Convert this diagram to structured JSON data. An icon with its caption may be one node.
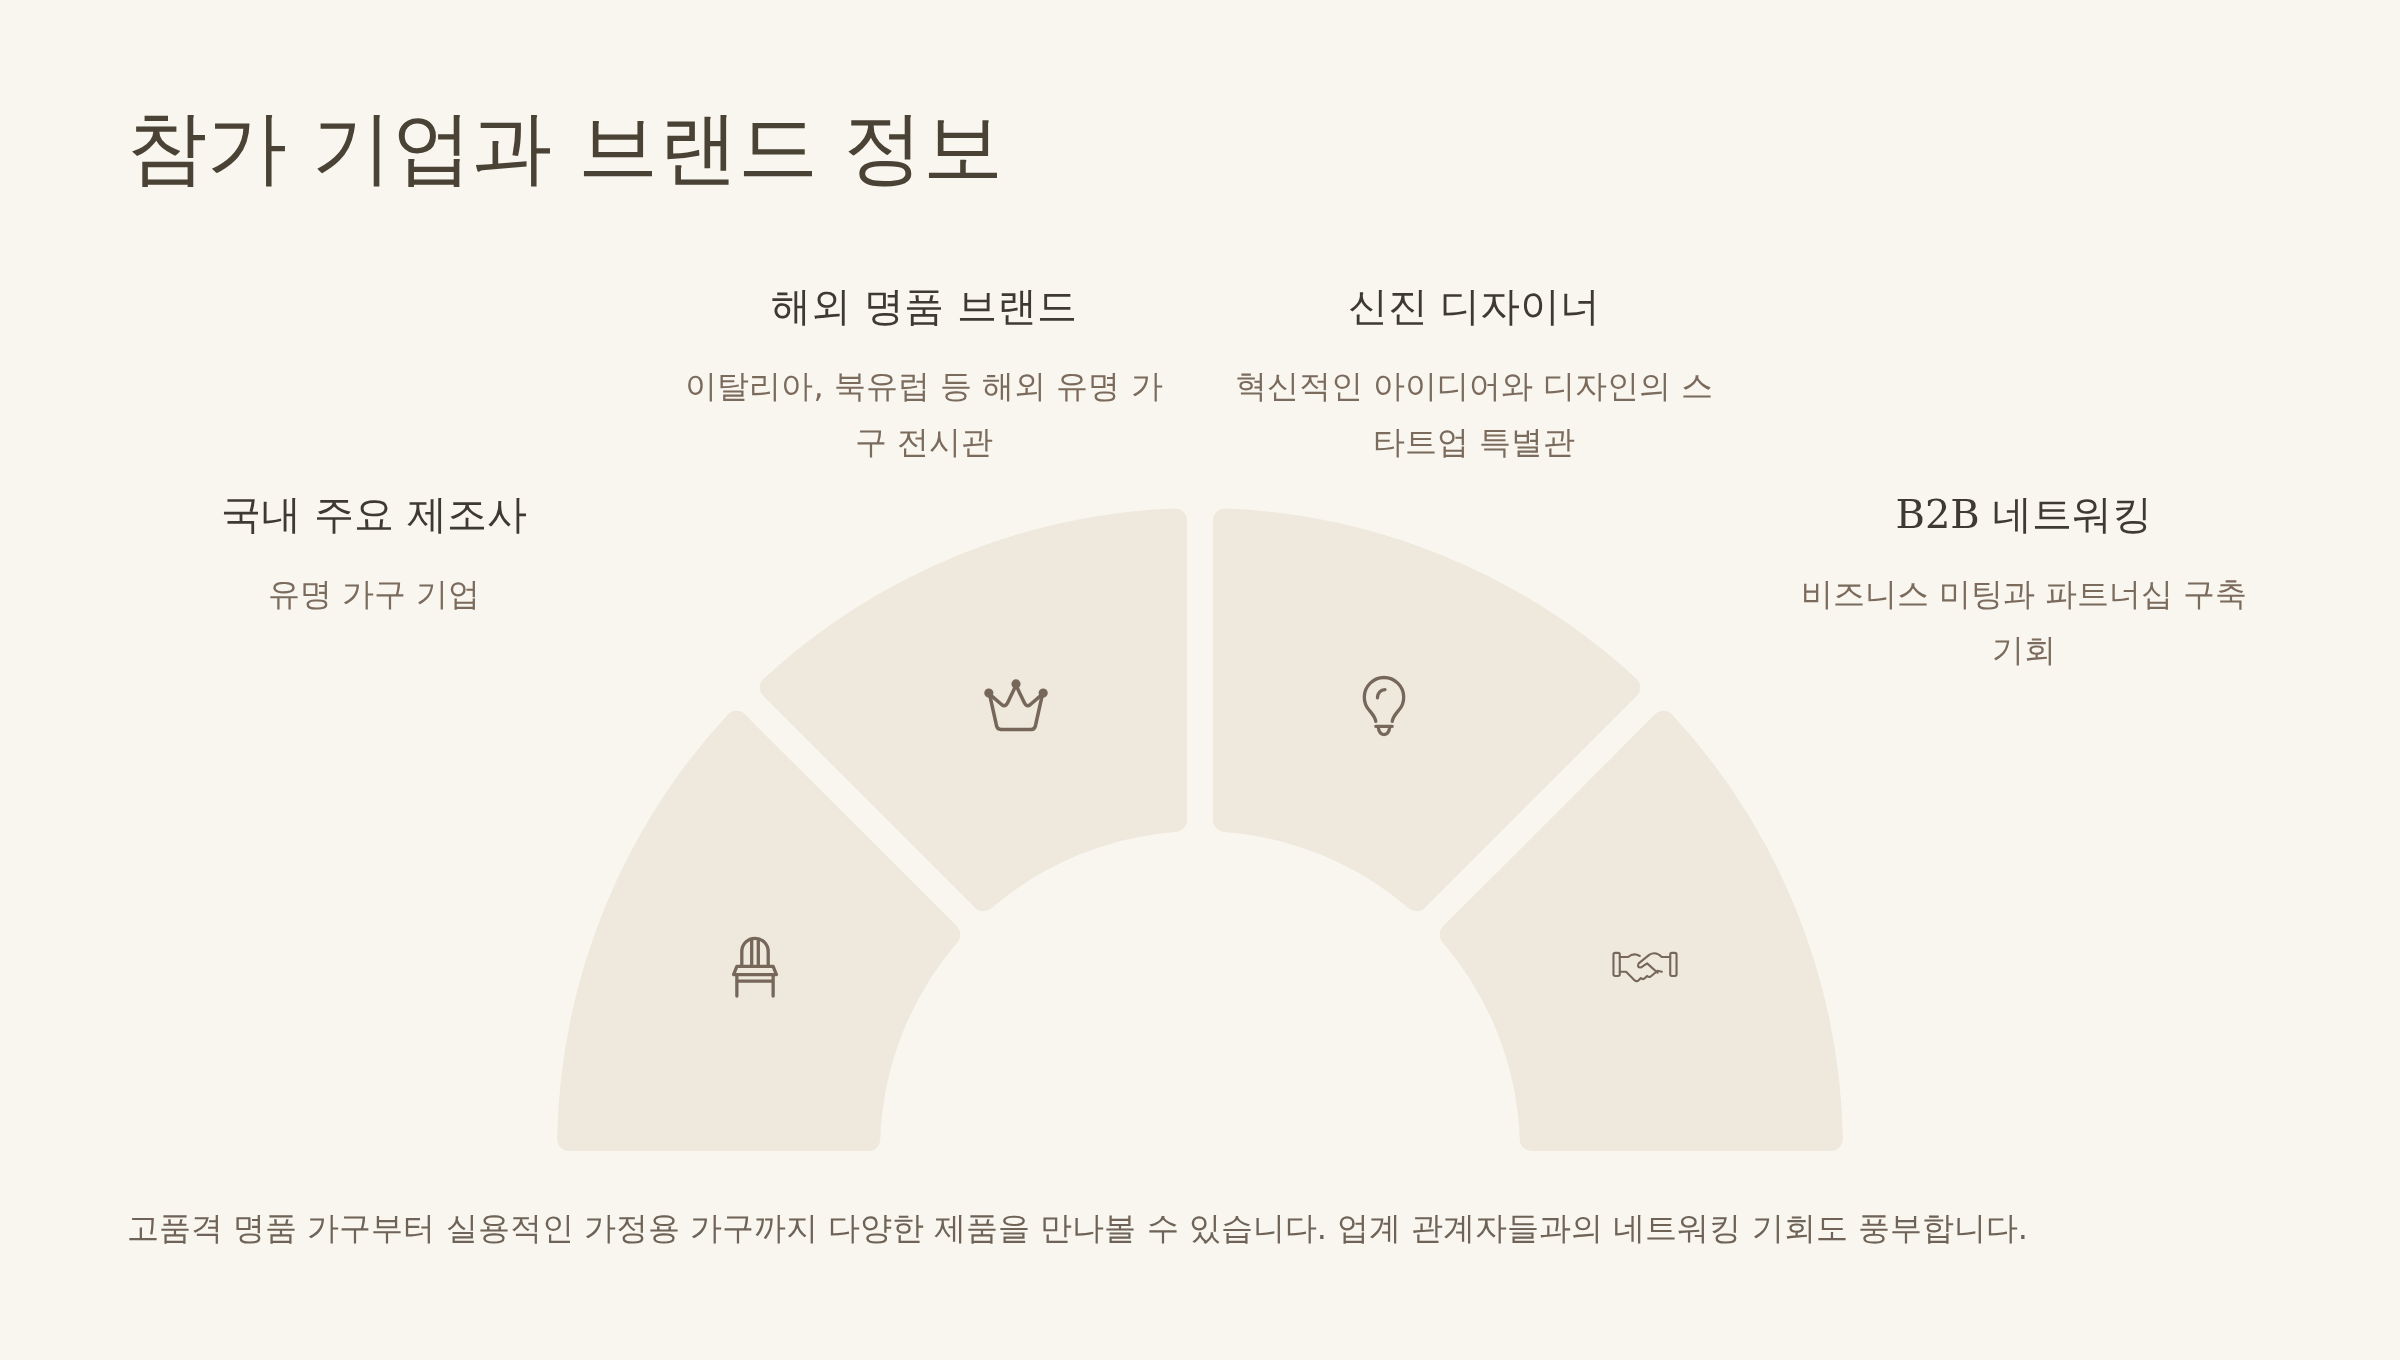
{
  "diagram": {
    "title": "참가 기업과 브랜드 정보",
    "nodes": [
      {
        "text": [],
        "shape": "sector",
        "beside": [
          "국내 주요 제조사",
          "유명 가구 기업"
        ]
      },
      {
        "text": [],
        "shape": "sector",
        "beside": [
          "해외 명품 브랜드",
          "이탈리아, 북유럽 등 해외 유명 가구 전시관"
        ]
      },
      {
        "text": [],
        "shape": "sector",
        "beside": [
          "신진 디자이너",
          "혁신적인 아이디어와 디자인의 스타트업 특별관"
        ]
      },
      {
        "text": [],
        "shape": "sector",
        "beside": [
          "B2B 네트워킹",
          "비즈니스 미팅과 파트너십 구축 기회"
        ]
      }
    ],
    "caption": "고품격 명품 가구부터 실용적인 가정용 가구까지 다양한 제품을 만나볼 수 있습니다. 업계 관계자들과의 네트워킹 기회도 풍부합니다."
  }
}
